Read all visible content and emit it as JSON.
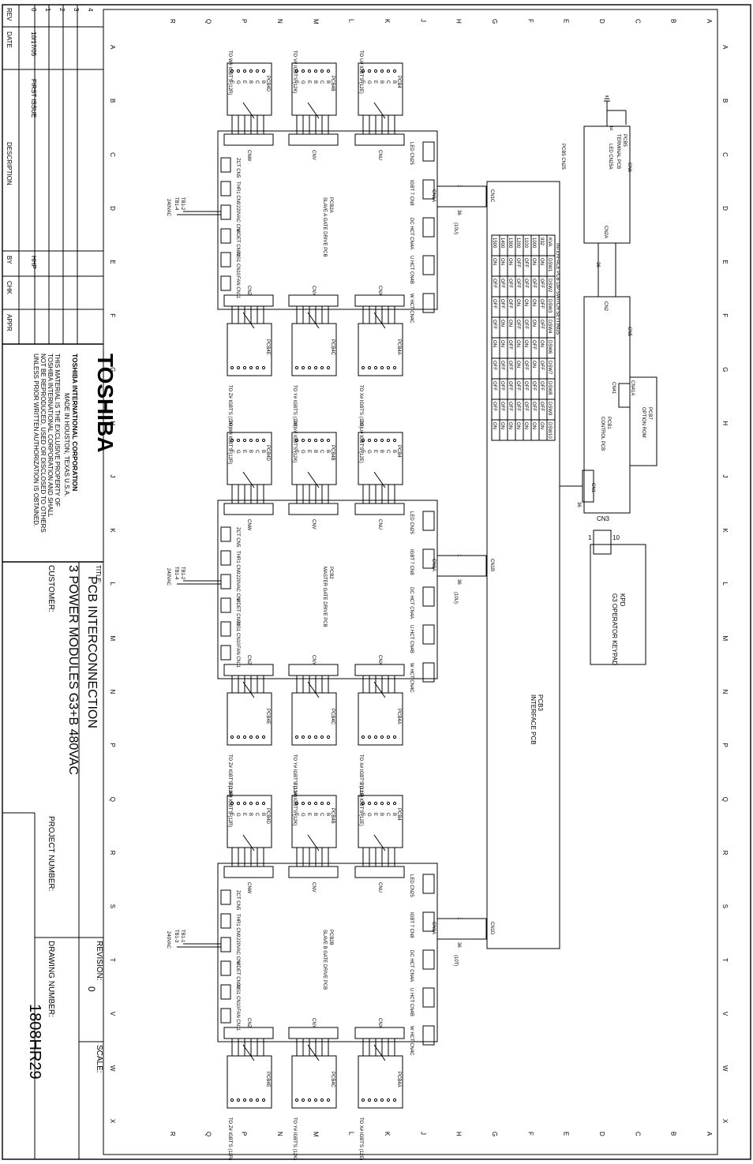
{
  "title_block": {
    "brand": "TOSHIBA",
    "company": "TOSHIBA INTERNATIONAL CORPORATION",
    "made_in": "MADE IN HOUSTON, TEXAS U.S.A.",
    "notice": [
      "THIS MATERIAL IS THE EXCLUSIVE PROPERTY OF",
      "TOSHIBA INTERNATIONAL CORPORATION AND SHALL",
      "NOT BE REPRODUCED, USED OR DISCLOSED TO OTHERS",
      "UNLESS PRIOR WRITTEN AUTHORIZATION IS OBTAINED."
    ],
    "title_label": "TITLE:",
    "title_line1": "PCB INTERCONNECTION",
    "title_line2": "3 POWER MODULES G3+B 480VAC",
    "customer_label": "CUSTOMER:",
    "project_label": "PROJECT NUMBER:",
    "revision_label": "REVISION:",
    "revision": "0",
    "scale_label": "SCALE:",
    "drawing_label": "DRAWING NUMBER:",
    "drawing_number": "1808HR29"
  },
  "revision_table": {
    "headers": [
      "REV",
      "DATE",
      "DESCRIPTION",
      "BY",
      "CHK",
      "APPR"
    ],
    "rows": [
      {
        "rev": "4",
        "date": "",
        "description": "",
        "by": "",
        "chk": "",
        "appr": ""
      },
      {
        "rev": "3",
        "date": "",
        "description": "",
        "by": "",
        "chk": "",
        "appr": ""
      },
      {
        "rev": "2",
        "date": "",
        "description": "",
        "by": "",
        "chk": "",
        "appr": ""
      },
      {
        "rev": "1",
        "date": "",
        "description": "",
        "by": "",
        "chk": "",
        "appr": ""
      },
      {
        "rev": "0",
        "date": "10/17/05",
        "description": "FIRST ISSUE",
        "by": "HHP",
        "chk": "",
        "appr": ""
      }
    ]
  },
  "grid": {
    "columns": [
      "A",
      "B",
      "C",
      "D",
      "E",
      "F",
      "G",
      "H",
      "J",
      "K",
      "L",
      "M",
      "N",
      "P",
      "Q",
      "R",
      "S",
      "T",
      "V",
      "W",
      "X"
    ],
    "rows": [
      "R",
      "Q",
      "P",
      "N",
      "M",
      "L",
      "K",
      "J",
      "H",
      "G",
      "F",
      "E",
      "D",
      "C",
      "B",
      "A"
    ]
  },
  "modules": [
    {
      "name": "SLAVE A GATE DRIVE PCB",
      "pcb": "PCB2A",
      "interface_cn": "CN1C",
      "hct_note": "(10U)",
      "tb_a": "TB1-2",
      "tb_b": "TB1-4"
    },
    {
      "name": "MASTER GATE DRIVE PCB",
      "pcb": "PCB2",
      "interface_cn": "CN1B",
      "hct_note": "(10U)",
      "tb_a": "TB1-2",
      "tb_b": "TB1-4"
    },
    {
      "name": "SLAVE B GATE DRIVE PCB",
      "pcb": "PCB2B",
      "interface_cn": "CN1D",
      "hct_note": "(10T)",
      "tb_a": "TB1-1",
      "tb_b": "TB1-3"
    }
  ],
  "gate_drive": {
    "upper_labels": [
      "TO W# IGBT'S (12R)",
      "TO V# IGBT'S (12K)",
      "TO U# IGBT'S (12E)"
    ],
    "lower_labels": [
      "TO Z# IGBT'S (12R)",
      "TO Y# IGBT'S (12K)",
      "TO X# IGBT'S (12E)"
    ],
    "upper_pcbs": [
      "PCB4D",
      "PCB4B",
      "PCB4"
    ],
    "lower_pcbs": [
      "PCB4E",
      "PCB4C",
      "PCB4A"
    ],
    "upper_cn": [
      "CNW",
      "CNV",
      "CNU"
    ],
    "lower_cn": [
      "CNZ",
      "CNY",
      "CNX"
    ],
    "left_cn": [
      "ZCT CN5",
      "THR1 CN9",
      "220VAC CN8",
      "V DET CN91",
      "MS1 CN10",
      "FAN CN11"
    ],
    "right_cn": [
      "LED CN25",
      "IGBT 7 CN8",
      "DC HCT CN4A",
      "U HCT CN4B",
      "W HCT CN4C"
    ],
    "terminal_labels": [
      "E",
      "G",
      "E",
      "B",
      "C",
      "B"
    ],
    "flex_label": "CN1A",
    "flex_pins": [
      "1",
      "36"
    ],
    "supply": "240VAC"
  },
  "interface_pcb": {
    "label": "PCB3",
    "sub": "INTERFACE PCB"
  },
  "control": {
    "pcb1": "PCB1",
    "pcb1_sub": "CONTROL PCB",
    "pcb5": "PCB5",
    "pcb5_sub": "TERMINAL PCB",
    "pcb7": "PCB7",
    "pcb7_sub": "OPTION ROM",
    "cn41": "CN41",
    "cn41a": "CN41A",
    "cn6": "CN6",
    "cn5": "CN5",
    "cn2": "CN2",
    "cn2a": "CN2A",
    "cn3": "CN3",
    "cn1": "CN1",
    "led": "LED CN25A",
    "pcb5_led": "PCB5 CN25",
    "pin36": "36",
    "pin1": "1",
    "pin10": "10",
    "e": "E"
  },
  "keypad": {
    "label": "KPD",
    "sub": "G3 OPERATOR KEYPAD"
  },
  "dip_table": {
    "title": "INTERFACE PCB DIP SWITCH SETTINGS",
    "headers": [
      "KVA",
      "DSW1",
      "DSW2",
      "DSW3",
      "DSW4",
      "DSW6",
      "DSW7",
      "DSW8",
      "DSW9",
      "DSW10"
    ],
    "rows": [
      [
        "932",
        "ON",
        "OFF",
        "OFF",
        "OFF",
        "ON",
        "OFF",
        "OFF",
        "OFF",
        "ON"
      ],
      [
        "1000",
        "ON",
        "OFF",
        "ON",
        "ON",
        "OFF",
        "ON",
        "OFF",
        "OFF",
        "ON"
      ],
      [
        "1100",
        "OFF",
        "OFF",
        "ON",
        "OFF",
        "ON",
        "OFF",
        "OFF",
        "OFF",
        "ON"
      ],
      [
        "1200",
        "OFF",
        "OFF",
        "ON",
        "OFF",
        "ON",
        "ON",
        "OFF",
        "OFF",
        "ON"
      ],
      [
        "1300",
        "ON",
        "OFF",
        "OFF",
        "ON",
        "OFF",
        "OFF",
        "OFF",
        "OFF",
        "ON"
      ],
      [
        "1400",
        "ON",
        "OFF",
        "OFF",
        "ON",
        "ON",
        "OFF",
        "OFF",
        "OFF",
        "ON"
      ],
      [
        "1500",
        "ON",
        "OFF",
        "OFF",
        "OFF",
        "ON",
        "OFF",
        "OFF",
        "OFF",
        "ON"
      ]
    ]
  }
}
